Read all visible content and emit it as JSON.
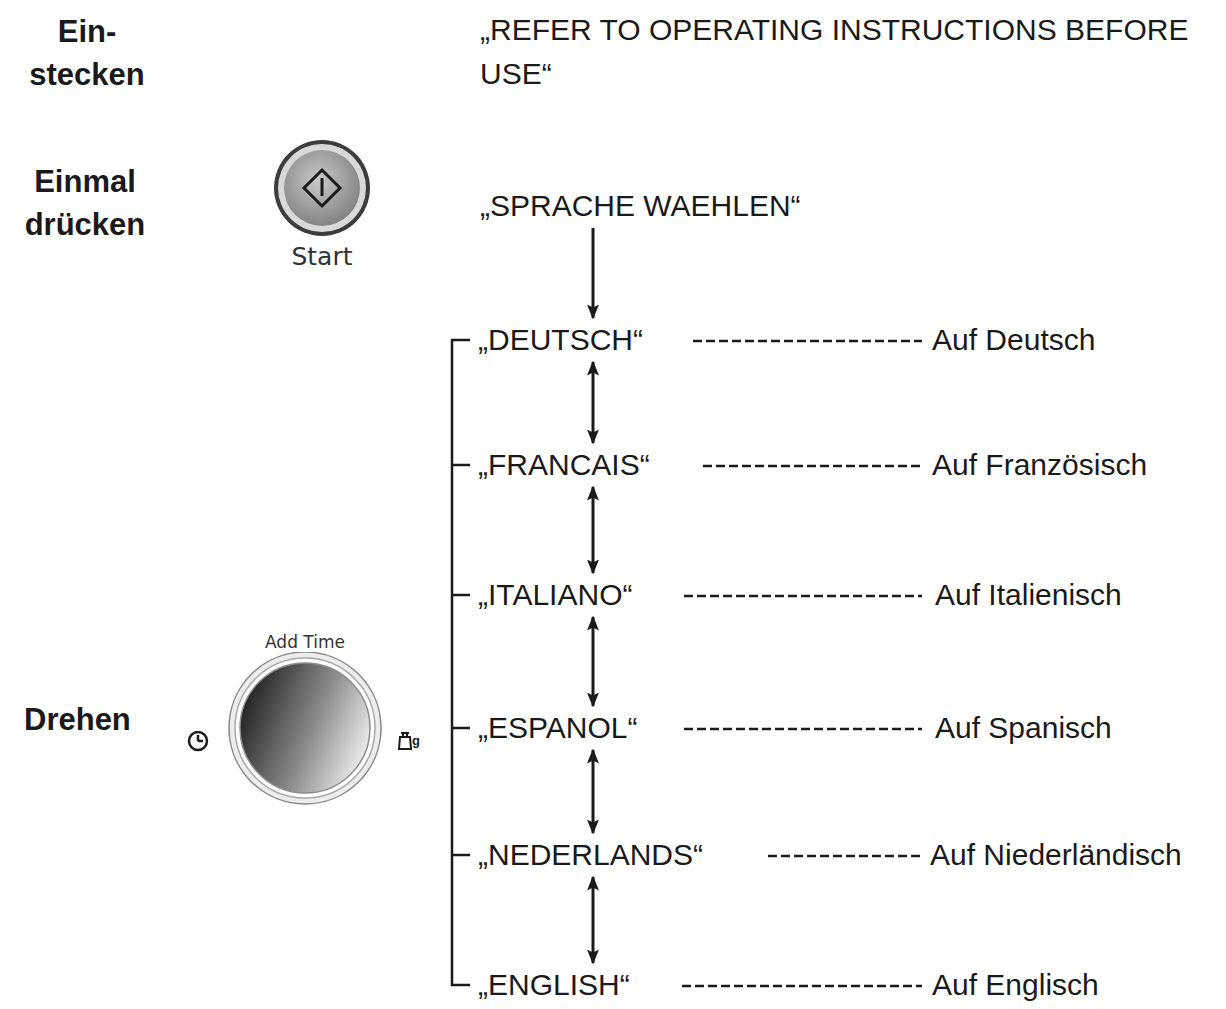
{
  "diagram": {
    "nodes": [
      {
        "text": [
          "Start"
        ]
      },
      {
        "text": [
          "„SPRACHE WAEHLEN“"
        ]
      },
      {
        "text": [
          "„DEUTSCH“"
        ]
      },
      {
        "text": [
          "„FRANCAIS“"
        ]
      },
      {
        "text": [
          "„ITALIANO“"
        ]
      },
      {
        "text": [
          "„ESPANOL“"
        ]
      },
      {
        "text": [
          "„NEDERLANDS“"
        ]
      },
      {
        "text": [
          "„ENGLISH“"
        ]
      },
      {
        "text": [
          "Add Time"
        ]
      }
    ],
    "edges": [
      {
        "from": 1,
        "to": 2,
        "arrow": "to"
      },
      {
        "from": 2,
        "to": 3,
        "arrow": "both"
      },
      {
        "from": 3,
        "to": 4,
        "arrow": "both"
      },
      {
        "from": 4,
        "to": 5,
        "arrow": "both"
      },
      {
        "from": 5,
        "to": 6,
        "arrow": "both"
      },
      {
        "from": 6,
        "to": 7,
        "arrow": "both"
      }
    ],
    "labels": [
      "Ein- stecken",
      "„REFER TO OPERATING INSTRUCTIONS BEFORE USE“",
      "Einmal drücken",
      "Drehen",
      "g",
      "Auf Deutsch",
      "Auf Französisch",
      "Auf Italienisch",
      "Auf Spanisch",
      "Auf Niederländisch",
      "Auf Englisch"
    ]
  }
}
